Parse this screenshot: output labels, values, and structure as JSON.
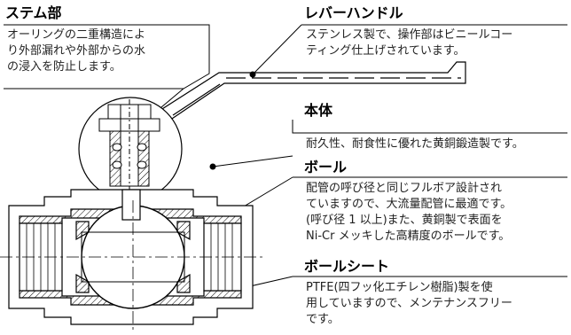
{
  "callouts": {
    "stem": {
      "title": "ステム部",
      "lines": [
        "オーリングの二重構造によ",
        "り外部漏れや外部からの水",
        "の浸入を防止します。"
      ]
    },
    "lever": {
      "title": "レバーハンドル",
      "lines": [
        "ステンレス製で、操作部はビニールコー",
        "ティング仕上げされています。"
      ]
    },
    "body": {
      "title": "本体",
      "lines": [
        "耐久性、耐食性に優れた黄銅鍛造製です。"
      ]
    },
    "ball": {
      "title": "ボール",
      "lines": [
        "配管の呼び径と同じフルボア設計され",
        "ていますので、大流量配管に最適です。",
        "(呼び径 1 以上)また、黄銅製で表面を",
        "Ni-Cr メッキした高精度のボールです。"
      ]
    },
    "seat": {
      "title": "ボールシート",
      "lines": [
        "PTFE(四フッ化エチレン樹脂)製を使",
        "用していますので、メンテナンスフリー",
        "です。"
      ]
    }
  }
}
